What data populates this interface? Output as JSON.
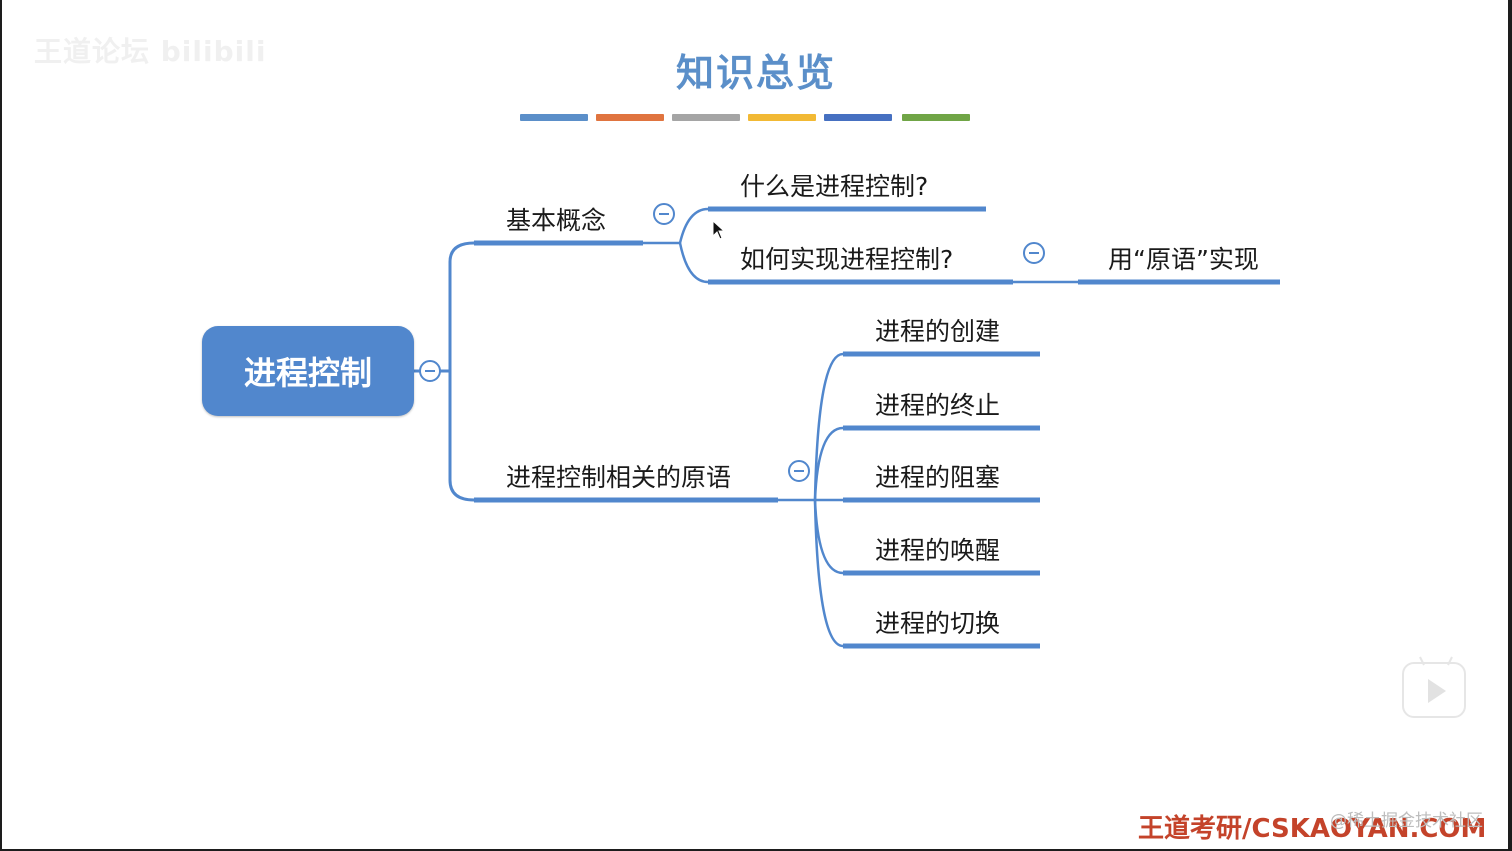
{
  "slide": {
    "title": "知识总览",
    "color_bars": [
      "#5b8fc9",
      "#e0743f",
      "#a5a5a5",
      "#f2b934",
      "#4670c1",
      "#70a546"
    ]
  },
  "mindmap": {
    "root": "进程控制",
    "branches": [
      {
        "label": "基本概念",
        "children": [
          {
            "label": "什么是进程控制?"
          },
          {
            "label": "如何实现进程控制?",
            "children": [
              {
                "label": "用“原语”实现"
              }
            ]
          }
        ]
      },
      {
        "label": "进程控制相关的原语",
        "children": [
          {
            "label": "进程的创建"
          },
          {
            "label": "进程的终止"
          },
          {
            "label": "进程的阻塞"
          },
          {
            "label": "进程的唤醒"
          },
          {
            "label": "进程的切换"
          }
        ]
      }
    ]
  },
  "overlay": {
    "watermark_top_left": "王道论坛 bilibili",
    "site_credit": "王道考研/CSKAOYAN.COM",
    "watermark_bottom_right": "@稀土掘金技术社区",
    "play_icon": "play-icon"
  },
  "colors": {
    "accent": "#5187cd",
    "title": "#5b8fc9",
    "credit": "#c4432a"
  }
}
